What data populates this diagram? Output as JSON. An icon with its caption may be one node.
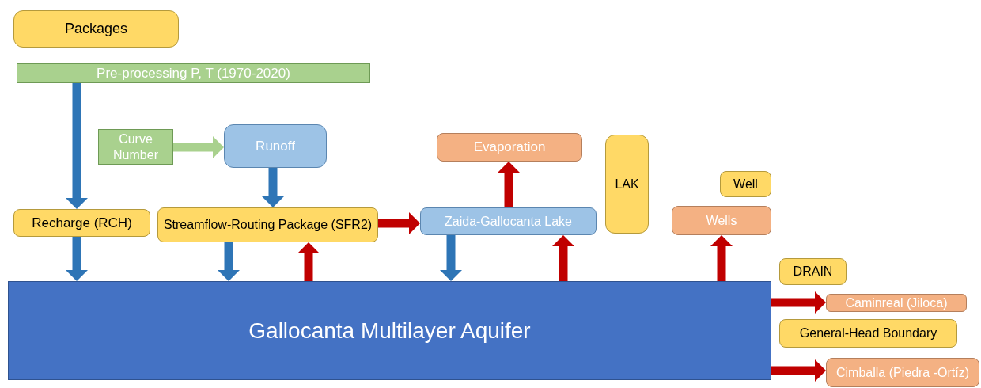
{
  "diagram": {
    "nodes": [
      {
        "text": [
          "Packages"
        ]
      },
      {
        "text": [
          "Pre-processing P, T (1970-2020)"
        ]
      },
      {
        "text": [
          "Curve Number"
        ]
      },
      {
        "text": [
          "Runoff"
        ]
      },
      {
        "text": [
          "Evaporation"
        ]
      },
      {
        "text": [
          "LAK"
        ]
      },
      {
        "text": [
          "Well"
        ]
      },
      {
        "text": [
          "Recharge (RCH)"
        ]
      },
      {
        "text": [
          "Streamflow-Routing Package (SFR2)"
        ]
      },
      {
        "text": [
          "Zaida-Gallocanta Lake"
        ]
      },
      {
        "text": [
          "Wells"
        ]
      },
      {
        "text": [
          "DRAIN"
        ]
      },
      {
        "text": [
          "Gallocanta Multilayer Aquifer"
        ]
      },
      {
        "text": [
          "Caminreal (Jiloca)"
        ]
      },
      {
        "text": [
          "General-Head Boundary"
        ]
      },
      {
        "text": [
          "Cimballa (Piedra -Ortíz)"
        ]
      }
    ],
    "edges": [
      {
        "from": 1,
        "to": 7,
        "arrow": "to",
        "color": "#2e75b6"
      },
      {
        "from": 2,
        "to": 3,
        "arrow": "to",
        "color": "#a9d18e"
      },
      {
        "from": 3,
        "to": 8,
        "arrow": "to",
        "color": "#2e75b6"
      },
      {
        "from": 8,
        "to": 9,
        "arrow": "to"
      },
      {
        "from": 9,
        "to": 4,
        "arrow": "to"
      },
      {
        "from": 7,
        "to": 12,
        "arrow": "to",
        "color": "#2e75b6"
      },
      {
        "from": 8,
        "to": 12,
        "arrow": "to",
        "color": "#2e75b6"
      },
      {
        "from": 12,
        "to": 8,
        "arrow": "to"
      },
      {
        "from": 9,
        "to": 12,
        "arrow": "to",
        "color": "#2e75b6"
      },
      {
        "from": 12,
        "to": 9,
        "arrow": "to"
      },
      {
        "from": 12,
        "to": 10,
        "arrow": "to"
      },
      {
        "from": 12,
        "to": 13,
        "arrow": "to"
      },
      {
        "from": 12,
        "to": 15,
        "arrow": "to"
      }
    ]
  }
}
